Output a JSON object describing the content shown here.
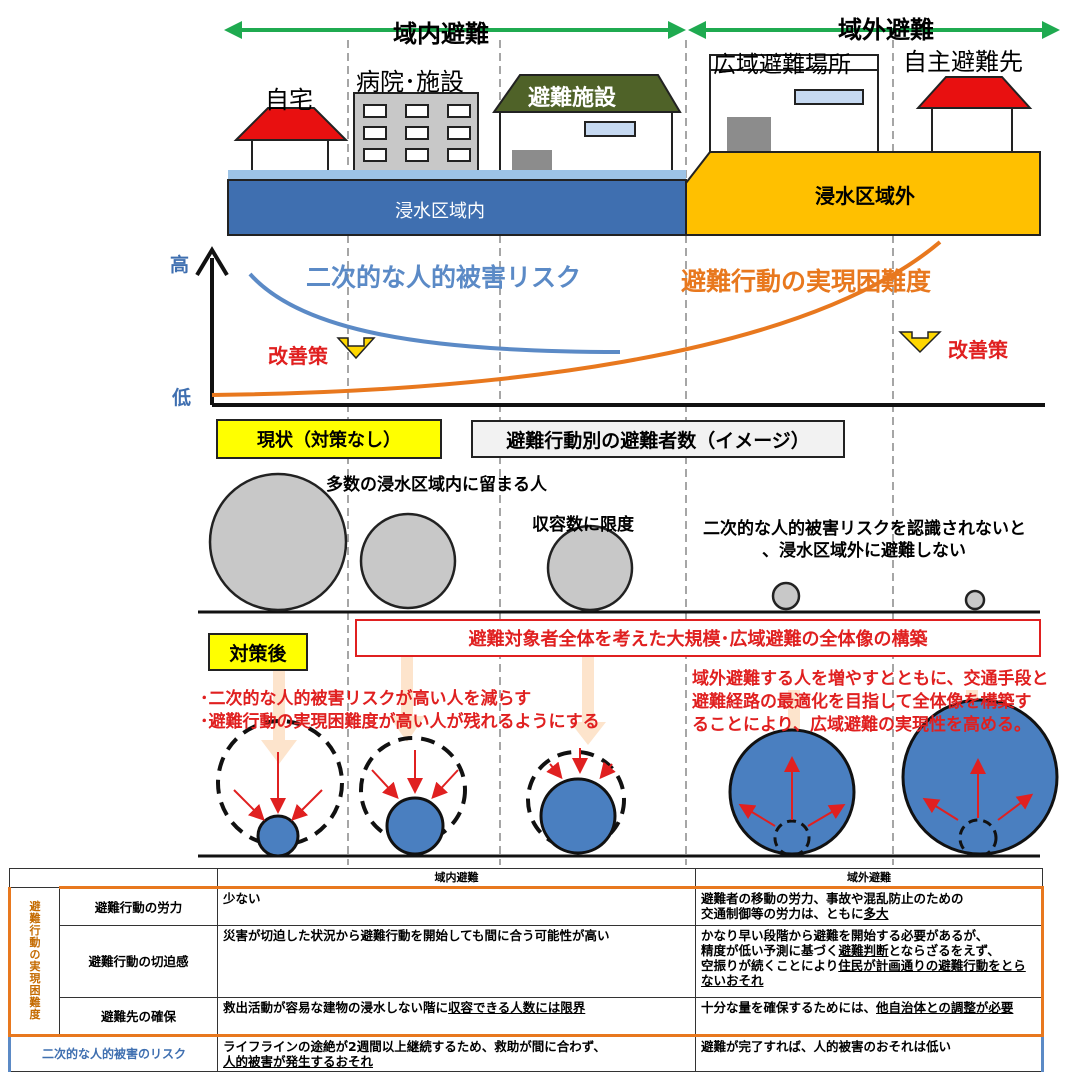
{
  "top": {
    "within_label": "域内避難",
    "outside_label": "域外避難",
    "home": "自宅",
    "hospital": "病院･施設",
    "shelter": "避難施設",
    "wide_area": "広域避難場所",
    "self": "自主避難先",
    "flood_in": "浸水区域内",
    "flood_out": "浸水区域外"
  },
  "graph": {
    "high": "高",
    "low": "低",
    "risk_curve": "二次的な人的被害リスク",
    "difficulty_curve": "避難行動の実現困難度",
    "improve": "改善策"
  },
  "current": {
    "label": "現状（対策なし）",
    "title": "避難行動別の避難者数（イメージ）",
    "note1": "多数の浸水区域内に留まる人",
    "note2": "収容数に限度",
    "note3a": "二次的な人的被害リスクを認識されないと",
    "note3b": "、浸水区域外に避難しない"
  },
  "after": {
    "label": "対策後",
    "banner": "避難対象者全体を考えた大規模･広域避難の全体像の構築",
    "left1": "･二次的な人的被害リスクが高い人を減らす",
    "left2": "･避難行動の実現困難度が高い人が残れるようにする",
    "right1": "域外避難する人を増やすとともに、交通手段と",
    "right2": "避難経路の最適化を目指して全体像を構築す",
    "right3": "ることにより、広域避難の実現性を高める。"
  },
  "table": {
    "col_within": "域内避難",
    "col_outside": "域外避難",
    "group_label": "避難行動の実現困難度",
    "rows": [
      {
        "label": "避難行動の労力",
        "within": "少ない",
        "outside_a": "避難者の移動の労力、事故や混乱防止のための",
        "outside_b": "交通制御等の労力は、ともに",
        "outside_u": "多大"
      },
      {
        "label": "避難行動の切迫感",
        "within": "災害が切迫した状況から避難行動を開始しても間に合う可能性が高い",
        "outside_a": "かなり早い段階から避難を開始する必要があるが、",
        "outside_b": "精度が低い予測に基づく",
        "outside_u": "避難判断",
        "outside_c": "とならざるをえず、",
        "outside_d": "空振りが続くことにより",
        "outside_u2": "住民が計画通りの避難行動をとらないおそれ"
      },
      {
        "label": "避難先の確保",
        "within": "救出活動が容易な建物の浸水しない階に",
        "within_u": "収容できる人数には限界",
        "outside_a": "十分な量を確保するためには、",
        "outside_u": "他自治体との調整が必要"
      }
    ],
    "risk_label": "二次的な人的被害のリスク",
    "risk_within": "ライフラインの途絶が2週間以上継続するため、救助が間に合わず、",
    "risk_within_u": "人的被害が発生するおそれ",
    "risk_outside": "避難が完了すれば、人的被害のおそれは低い"
  },
  "colors": {
    "green": "#1faa50",
    "flood_blue": "#3f6fb0",
    "flood_yellow": "#ffc000",
    "risk_blue": "#5b8ac6",
    "orange": "#e8781e",
    "red": "#e02020"
  }
}
